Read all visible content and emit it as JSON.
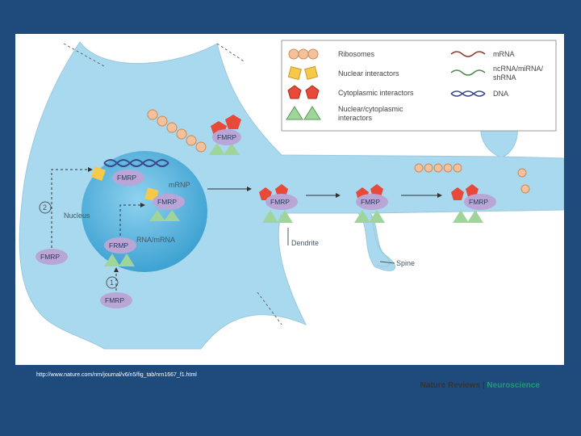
{
  "legend": {
    "ribosomes": "Ribosomes",
    "nuclear_interactors": "Nuclear interactors",
    "cytoplasmic_interactors": "Cytoplasmic interactors",
    "nuc_cyto_line1": "Nuclear/cytoplasmic",
    "nuc_cyto_line2": "interactors",
    "mrna": "mRNA",
    "ncrna_line1": "ncRNA/miRNA/",
    "ncrna_line2": "shRNA",
    "dna": "DNA"
  },
  "labels": {
    "fmrp": "FMRP",
    "frmp": "FRMP",
    "nucleus": "Nucleus",
    "mrnp": "mRNP",
    "rna_mrna": "RNA/mRNA",
    "dendrite": "Dendrite",
    "spine": "Spine",
    "step1": "1",
    "step2": "2"
  },
  "credit": {
    "journal": "Nature Reviews",
    "separator": " | ",
    "section": "Neuroscience"
  },
  "url": "http://www.nature.com/nrn/journal/v6/n5/fig_tab/nrn1667_f1.html",
  "colors": {
    "background": "#1f4a7c",
    "cell": "#a9d9ee",
    "nucleus": "#5fb8e0",
    "fmrp": "#b9a6d6",
    "ribosome": "#f3c29c",
    "nuclear_interactor": "#f6c94a",
    "cytoplasmic_interactor": "#e84a3a",
    "nuc_cyto_interactor": "#9fd49a",
    "mrna": "#8a3a2a",
    "ncrna": "#4a8a4a",
    "dna": "#3a4a8a"
  }
}
